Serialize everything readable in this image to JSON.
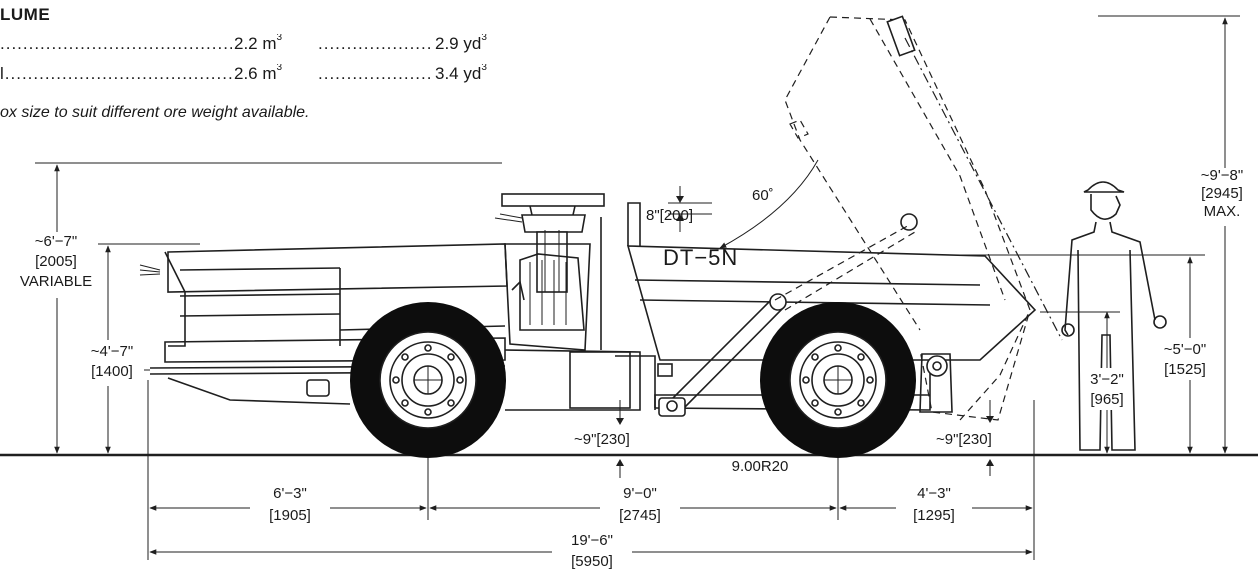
{
  "spec": {
    "heading": "LUME",
    "rows": [
      {
        "leader": ".........................................",
        "metric": "2.2 m",
        "mid_leader": "........................",
        "imperial": "2.9 yd"
      },
      {
        "leader": "l........................................",
        "metric": "2.6 m",
        "mid_leader": "........................",
        "imperial": "3.4 yd"
      }
    ],
    "unit_exponent": "3",
    "note": "ox size to suit different ore weight available."
  },
  "drawing": {
    "model_label": "DT−5N",
    "tire_label": "9.00R20",
    "angle_label": "60˚",
    "dims": {
      "overall_height": [
        "~9'−8\"",
        "[2945]",
        "MAX."
      ],
      "canopy_height": [
        "~6'−7\"",
        "[2005]",
        "VARIABLE"
      ],
      "front_height": [
        "~4'−7\"",
        "[1400]"
      ],
      "box_height": [
        "~5'−0\"",
        "[1525]"
      ],
      "person_height": [
        "3'−2\"",
        "[965]"
      ],
      "box_side": "8\"[200]",
      "clearance_mid": "~9\"[230]",
      "clearance_rear": "~9\"[230]",
      "front_overhang": [
        "6'−3\"",
        "[1905]"
      ],
      "wheelbase": [
        "9'−0\"",
        "[2745]"
      ],
      "rear_overhang": [
        "4'−3\"",
        "[1295]"
      ],
      "overall_length": [
        "19'−6\"",
        "[5950]"
      ]
    }
  }
}
